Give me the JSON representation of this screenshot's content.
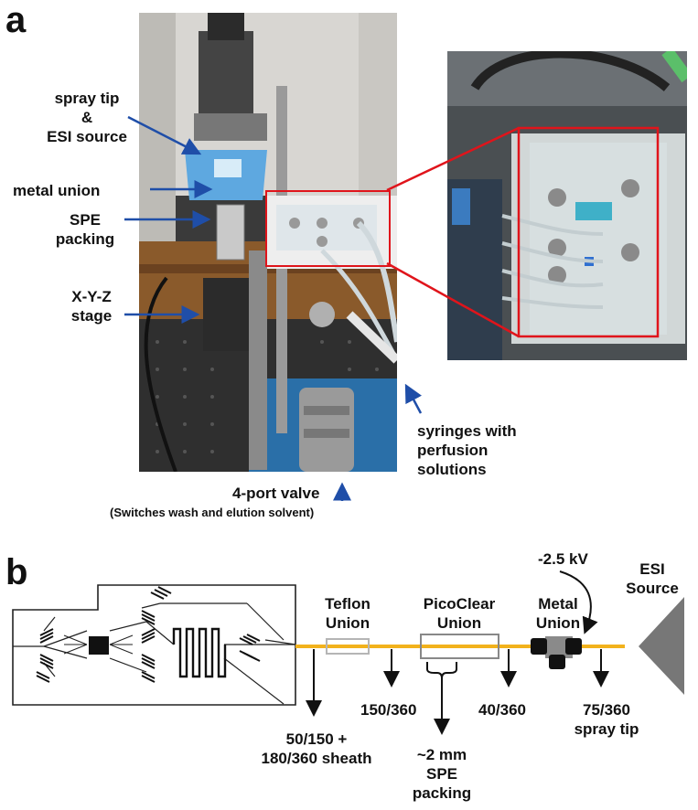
{
  "panel_a": {
    "letter": "a",
    "labels": {
      "spray_tip_1": "spray tip",
      "spray_tip_2": "&",
      "spray_tip_3": "ESI source",
      "metal_union": "metal union",
      "spe_1": "SPE",
      "spe_2": "packing",
      "stage_1": "X-Y-Z",
      "stage_2": "stage",
      "syringes_1": "syringes with",
      "syringes_2": "perfusion",
      "syringes_3": "solutions",
      "valve": "4-port valve",
      "valve_note": "(Switches wash and elution solvent)"
    },
    "colors": {
      "arrow": "#1f4ea8",
      "highlight": "#e0141b"
    }
  },
  "panel_b": {
    "letter": "b",
    "labels": {
      "teflon_1": "Teflon",
      "teflon_2": "Union",
      "picoclear_1": "PicoClear",
      "picoclear_2": "Union",
      "metal_1": "Metal",
      "metal_2": "Union",
      "voltage": "-2.5 kV",
      "esi_1": "ESI",
      "esi_2": "Source",
      "t150": "150/360",
      "t40": "40/360",
      "t75_1": "75/360",
      "t75_2": "spray tip",
      "t50_1": "50/150 +",
      "t50_2": "180/360 sheath",
      "spe_1": "~2 mm",
      "spe_2": "SPE",
      "spe_3": "packing"
    },
    "colors": {
      "capillary": "#f2b21c",
      "esi_cone": "#777777",
      "union_gray": "#888888"
    }
  }
}
